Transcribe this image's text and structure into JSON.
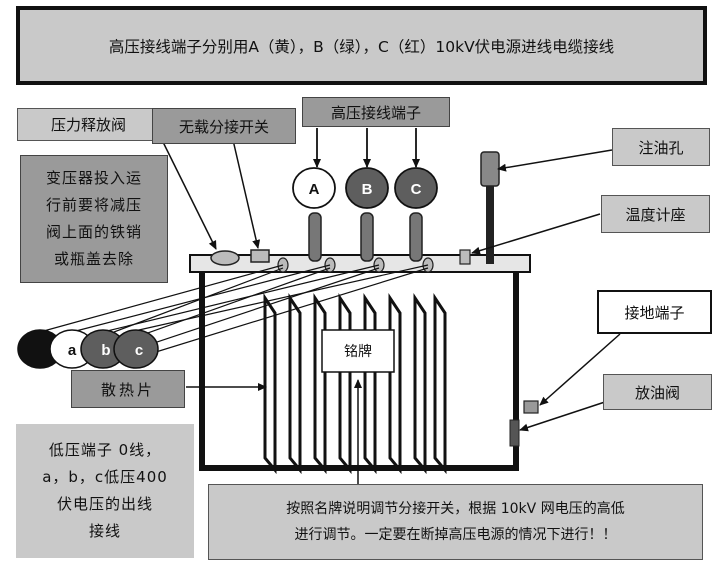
{
  "title_banner": "高压接线端子分别用A（黄），B（绿），C（红）10kV伏电源进线电缆接线",
  "labels": {
    "pressure_relief_valve": "压力释放阀",
    "no_load_tap_changer": "无载分接开关",
    "hv_terminals": "高压接线端子",
    "oil_filler_hole": "注油孔",
    "thermometer_seat": "温度计座",
    "grounding_terminal": "接地端子",
    "drain_valve": "放油阀",
    "radiator": "散热片",
    "nameplate": "铭牌",
    "pre_operation_note": [
      "变压器投入运",
      "行前要将减压",
      "阀上面的铁销",
      "或瓶盖去除"
    ],
    "lv_terminals_note": [
      "低压端子 0线，",
      "a，b，c低压400",
      "伏电压的出线",
      "接线"
    ],
    "tap_adjust_note": [
      "按照名牌说明调节分接开关，根据 10kV 网电压的高低",
      "进行调节。一定要在断掉高压电源的情况下进行！！"
    ]
  },
  "hv_phases": [
    "A",
    "B",
    "C"
  ],
  "lv_phases": [
    "",
    "a",
    "b",
    "c"
  ],
  "colors": {
    "light_box": "#c9c9c9",
    "mid_box": "#9a9a9a",
    "dark_disc": "#5e5e5e"
  }
}
